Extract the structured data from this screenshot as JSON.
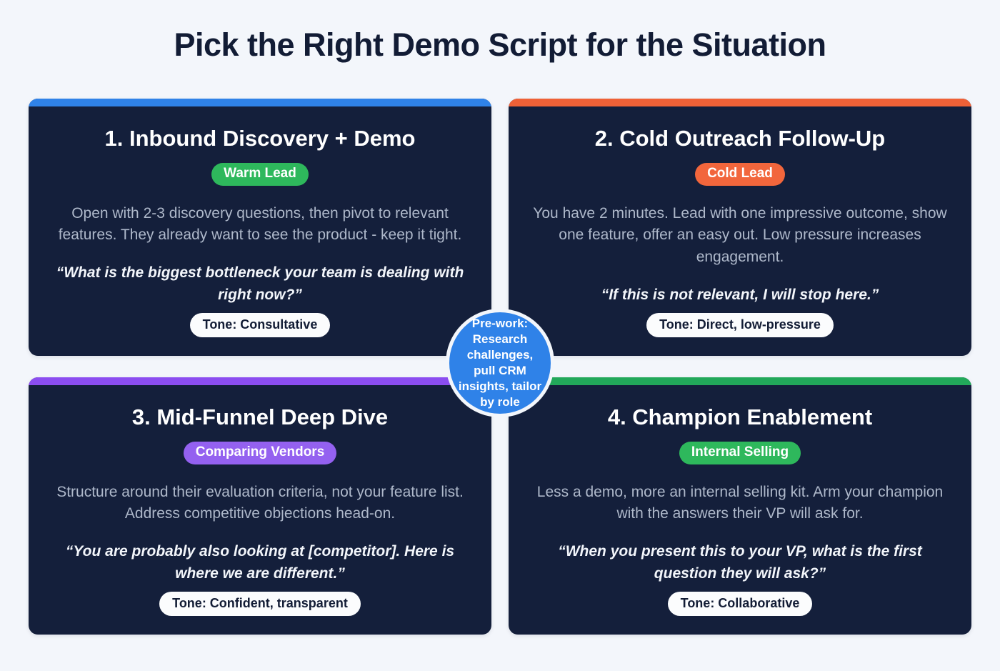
{
  "header": {
    "title": "Pick the Right Demo Script for the Situation"
  },
  "hub": {
    "label": "Pre-work: Research challenges, pull CRM insights, tailor by role",
    "color": "#2f82e8"
  },
  "colors": {
    "page_background": "#f3f6fb",
    "card_background": "#141f3b",
    "title_text": "#121c35",
    "body_text": "#aeb8ca",
    "quote_text": "#f2f5fa",
    "pill_background": "#fbfcfd"
  },
  "cards": [
    {
      "title": "1. Inbound Discovery + Demo",
      "badge": "Warm Lead",
      "badge_color": "#2eb85c",
      "accent_color": "#2f82e8",
      "description": "Open with 2-3 discovery questions, then pivot to relevant features. They already want to see the product - keep it tight.",
      "quote": "“What is the biggest bottleneck your team is dealing with right now?”",
      "tone": "Tone: Consultative"
    },
    {
      "title": "2. Cold Outreach Follow-Up",
      "badge": "Cold Lead",
      "badge_color": "#f2663c",
      "accent_color": "#ef6137",
      "description": "You have 2 minutes. Lead with one impressive outcome, show one feature, offer an easy out. Low pressure increases engagement.",
      "quote": "“If this is not relevant, I will stop here.”",
      "tone": "Tone: Direct, low-pressure"
    },
    {
      "title": "3. Mid-Funnel Deep Dive",
      "badge": "Comparing Vendors",
      "badge_color": "#9461f0",
      "accent_color": "#8b4df0",
      "description": "Structure around their evaluation criteria, not your feature list. Address competitive objections head-on.",
      "quote": "“You are probably also looking at [competitor]. Here is where we are different.”",
      "tone": "Tone: Confident, transparent"
    },
    {
      "title": "4. Champion Enablement",
      "badge": "Internal Selling",
      "badge_color": "#2eb85c",
      "accent_color": "#22a85a",
      "description": "Less a demo, more an internal selling kit. Arm your champion with the answers their VP will ask for.",
      "quote": "“When you present this to your VP, what is the first question they will ask?”",
      "tone": "Tone: Collaborative"
    }
  ]
}
